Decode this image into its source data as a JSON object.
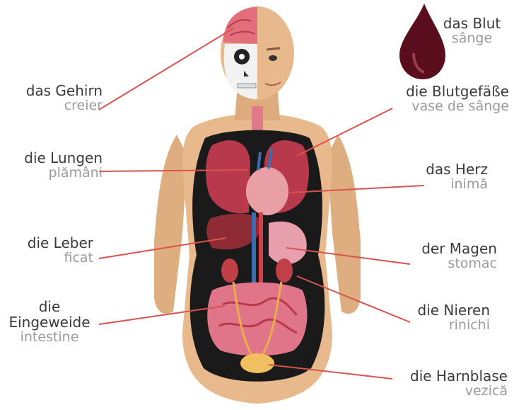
{
  "labels": {
    "blood": {
      "de": "das Blut",
      "ro": "sânge"
    },
    "brain": {
      "de": "das Gehirn",
      "ro": "creier"
    },
    "vessels": {
      "de": "die Blutgefäße",
      "ro": "vase de sânge"
    },
    "lungs": {
      "de": "die Lungen",
      "ro": "plămâni"
    },
    "heart": {
      "de": "das Herz",
      "ro": "inimă"
    },
    "liver": {
      "de": "die Leber",
      "ro": "ficat"
    },
    "stomach": {
      "de": "der Magen",
      "ro": "stomac"
    },
    "intestine": {
      "de1": "die",
      "de2": "Eingeweide",
      "ro": "intestine"
    },
    "kidneys": {
      "de": "die Nieren",
      "ro": "rinichi"
    },
    "bladder": {
      "de": "die Harnblase",
      "ro": "vezică"
    }
  },
  "colors": {
    "leader_line": "#d9534f",
    "skin": "#e7b98c",
    "body_cavity": "#1a1a1a",
    "organ_red": "#b8394b",
    "blood_drop": "#5a0d1c"
  }
}
